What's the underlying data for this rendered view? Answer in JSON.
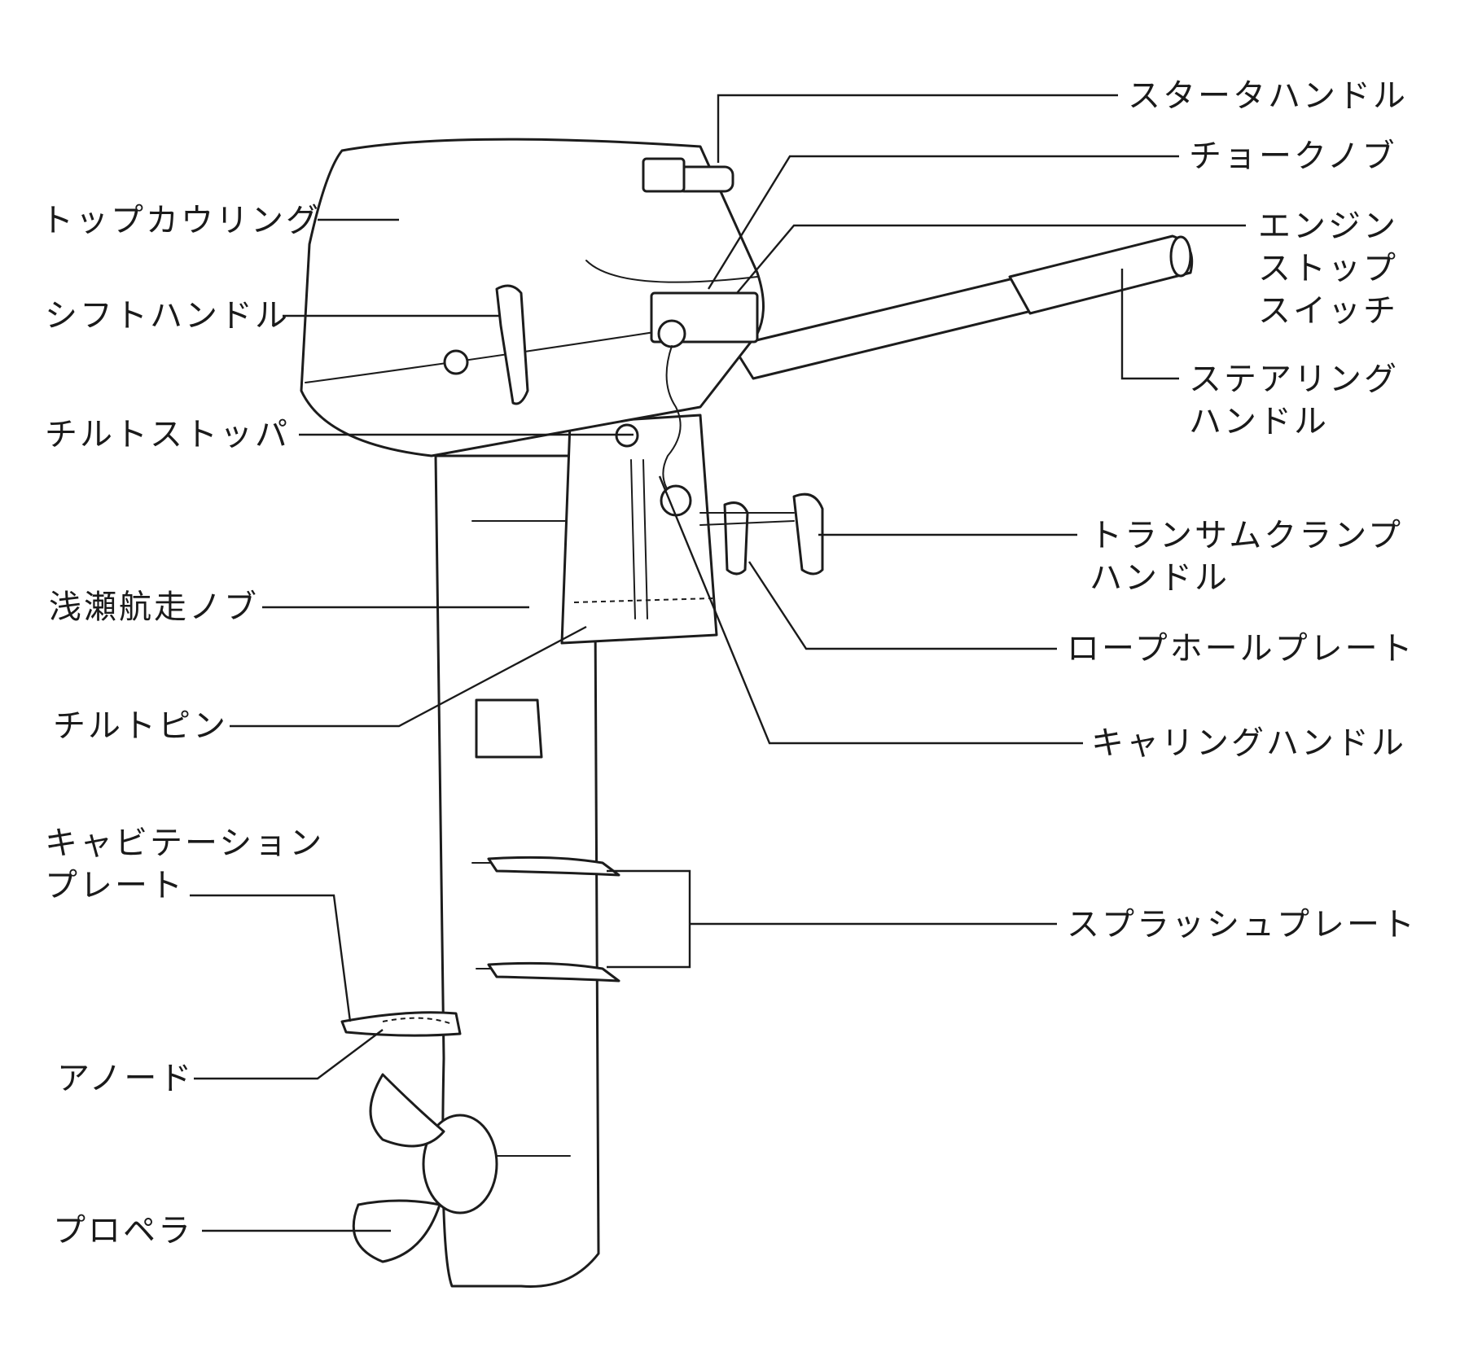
{
  "labels": {
    "starter_handle": "スタータハンドル",
    "choke_knob": "チョークノブ",
    "engine_stop_switch": [
      "エンジン",
      "ストップ",
      "スイッチ"
    ],
    "steering_handle": [
      "ステアリング",
      "ハンドル"
    ],
    "transom_clamp_handle": [
      "トランサムクランプ",
      "ハンドル"
    ],
    "rope_hole_plate": "ロープホールプレート",
    "carrying_handle": "キャリングハンドル",
    "splash_plate": "スプラッシュプレート",
    "top_cowling": "トップカウリング",
    "shift_handle": "シフトハンドル",
    "tilt_stopper": "チルトストッパ",
    "shallow_water_knob": "浅瀬航走ノブ",
    "tilt_pin": "チルトピン",
    "cavitation_plate": [
      "キャビテーション",
      "プレート"
    ],
    "anode": "アノード",
    "propeller": "プロペラ"
  }
}
